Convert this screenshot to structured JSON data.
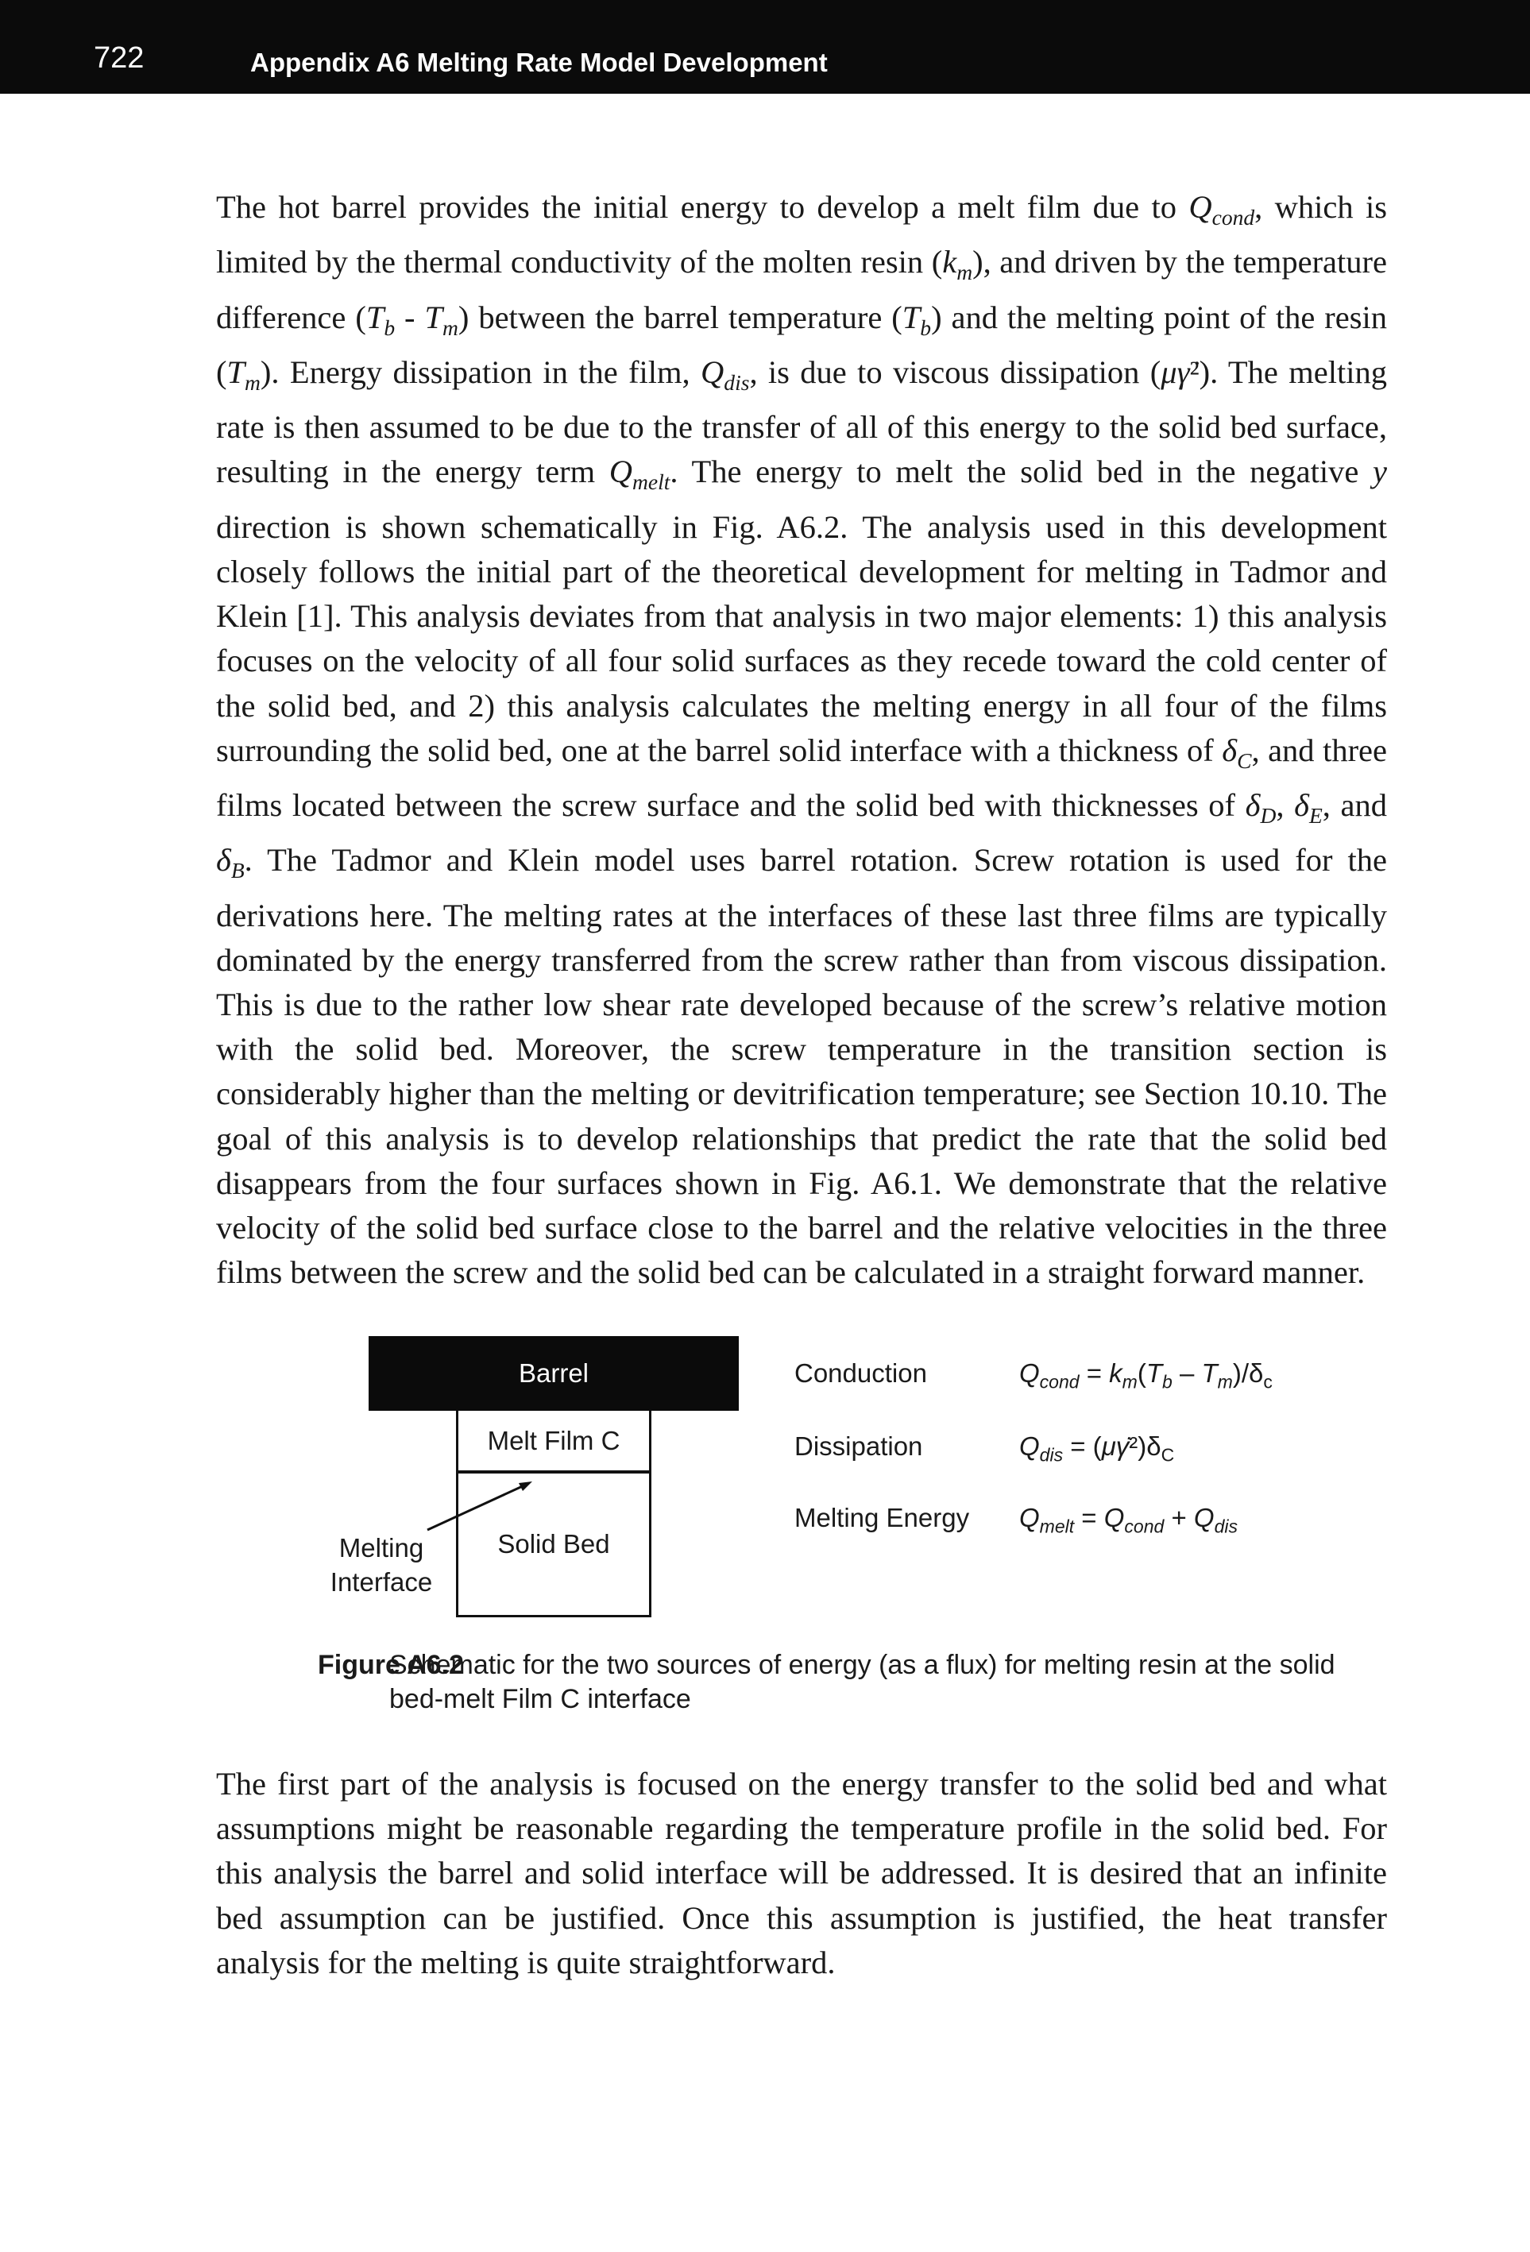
{
  "header": {
    "page_number": "722",
    "running_head": "Appendix A6  Melting Rate Model Development"
  },
  "paragraph1": "The hot barrel provides the initial energy to develop a melt film due to Qcond, which is limited by the thermal conductivity of the molten resin (km), and driven by the temperature difference (Tb - Tm) between the barrel temperature (Tb) and the melting point of the resin (Tm). Energy dissipation in the film, Qdis, is due to viscous dissipation (μγ̇²). The melting rate is then assumed to be due to the transfer of all of this energy to the solid bed surface, resulting in the energy term Qmelt. The energy to melt the solid bed in the negative y direction is shown schematically in Fig. A6.2. The analysis used in this development closely follows the initial part of the theoretical development for melting in Tadmor and Klein [1]. This analysis deviates from that analysis in two major elements: 1) this analysis focuses on the velocity of all four solid surfaces as they recede toward the cold center of the solid bed, and 2) this analysis calculates the melting energy in all four of the films surrounding the solid bed, one at the barrel solid interface with a thickness of δC, and three films located between the screw surface and the solid bed with thicknesses of δD, δE, and δB. The Tadmor and Klein model uses barrel rotation. Screw rotation is used for the derivations here. The melting rates at the interfaces of these last three films are typically dominated by the energy transferred from the screw rather than from viscous dissipation. This is due to the rather low shear rate developed because of the screw’s relative motion with the solid bed. Moreover, the screw temperature in the transition section is considerably higher than the melting or devitrification temperature; see Section 10.10. The goal of this analysis is to develop relationships that predict the rate that the solid bed disappears from the four surfaces shown in Fig. A6.1. We demonstrate that the relative velocity of the solid bed surface close to the barrel and the relative velocities in the three films between the screw and the solid bed can be calculated in a straight forward manner.",
  "figure": {
    "barrel_label": "Barrel",
    "melt_film_label": "Melt Film C",
    "solid_bed_label": "Solid Bed",
    "melting_interface_label": "Melting\nInterface",
    "equations": [
      {
        "name": "Conduction",
        "formula": "Qcond = km(Tb – Tm)/δc"
      },
      {
        "name": "Dissipation",
        "formula": "Qdis = (μγ̇²)δC"
      },
      {
        "name": "Melting Energy",
        "formula": "Qmelt = Qcond + Qdis"
      }
    ],
    "caption_label": "Figure A6.2",
    "caption_text": "Schematic for the two sources of energy (as a flux) for melting resin at the solid bed-melt Film C interface"
  },
  "paragraph2": "The first part of the analysis is focused on the energy transfer to the solid bed and what assumptions might be reasonable regarding the temperature profile in the solid bed. For this analysis the barrel and solid interface will be addressed. It is desired that an infinite bed assumption can be justified. Once this assumption is justified, the heat transfer analysis for the melting is quite straightforward."
}
